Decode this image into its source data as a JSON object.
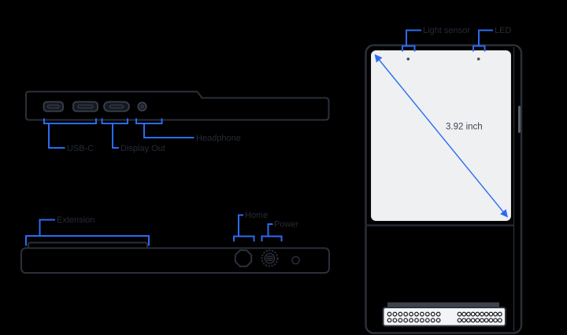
{
  "labels": {
    "usb_c": "USB-C",
    "display_out": "Display Out",
    "headphone": "Headphone",
    "extension": "Extension",
    "home": "Home",
    "power": "Power",
    "light_sensor": "Light sensor",
    "led": "LED",
    "screen_diagonal": "3.92 inch"
  },
  "colors": {
    "background": "#000000",
    "accent_blue": "#2b6bf3",
    "outline": "#2a2f39",
    "label_text": "#252b34",
    "screen_fill": "#eef0f2",
    "screen_text": "#41464e"
  },
  "front_view": {
    "connector": {
      "pin_rows": [
        399.5,
        407.3
      ],
      "pin_radius": 2.3,
      "groups": [
        {
          "start_x": 494.5,
          "step": 6.9,
          "count": 10
        },
        {
          "start_x": 583.5,
          "step": 5.7,
          "count": 10
        }
      ]
    }
  }
}
